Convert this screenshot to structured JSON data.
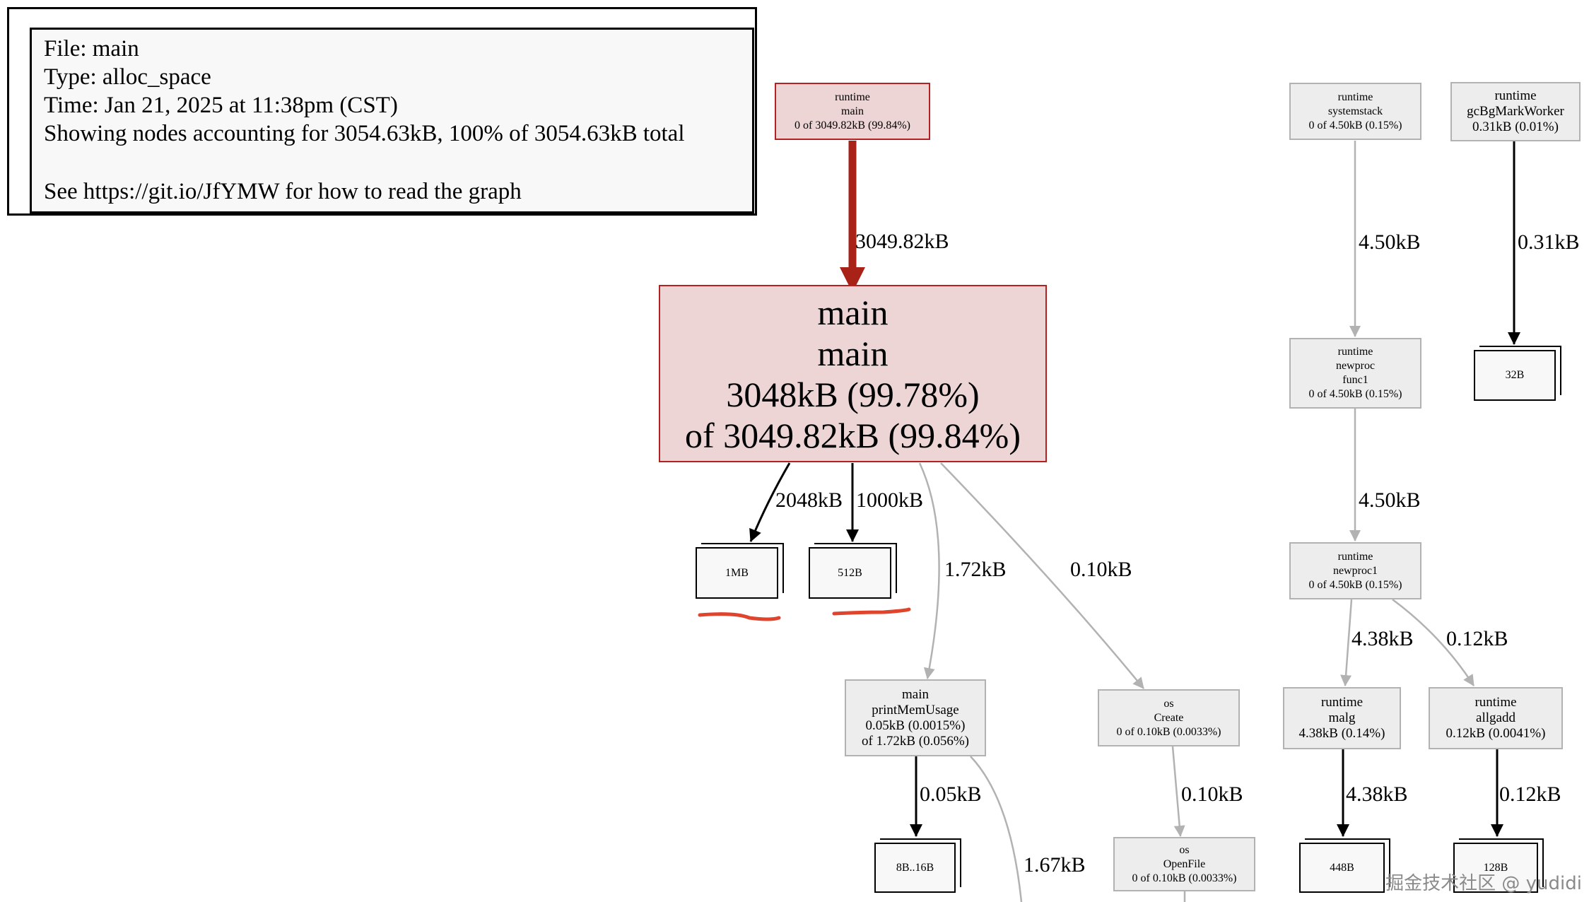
{
  "legend": {
    "file": "File: main",
    "type": "Type: alloc_space",
    "time": "Time: Jan 21, 2025 at 11:38pm (CST)",
    "showing": "Showing nodes accounting for 3054.63kB, 100% of 3054.63kB total",
    "help": "See https://git.io/JfYMW for how to read the graph"
  },
  "nodes": {
    "runtime_main": {
      "l1": "runtime",
      "l2": "main",
      "l3": "0 of 3049.82kB (99.84%)"
    },
    "main_main": {
      "l1": "main",
      "l2": "main",
      "l3": "3048kB (99.78%)",
      "l4": "of 3049.82kB (99.84%)"
    },
    "alloc_1mb": "1MB",
    "alloc_512b": "512B",
    "print_mem": {
      "l1": "main",
      "l2": "printMemUsage",
      "l3": "0.05kB (0.0015%)",
      "l4": "of 1.72kB (0.056%)"
    },
    "alloc_8b": "8B..16B",
    "os_create": {
      "l1": "os",
      "l2": "Create",
      "l3": "0 of 0.10kB (0.0033%)"
    },
    "os_openfile": {
      "l1": "os",
      "l2": "OpenFile",
      "l3": "0 of 0.10kB (0.0033%)"
    },
    "systemstack": {
      "l1": "runtime",
      "l2": "systemstack",
      "l3": "0 of 4.50kB (0.15%)"
    },
    "gcbg": {
      "l1": "runtime",
      "l2": "gcBgMarkWorker",
      "l3": "0.31kB (0.01%)"
    },
    "alloc_32b": "32B",
    "newproc_func1": {
      "l1": "runtime",
      "l2": "newproc",
      "l3": "func1",
      "l4": "0 of 4.50kB (0.15%)"
    },
    "newproc1": {
      "l1": "runtime",
      "l2": "newproc1",
      "l3": "0 of 4.50kB (0.15%)"
    },
    "malg": {
      "l1": "runtime",
      "l2": "malg",
      "l3": "4.38kB (0.14%)"
    },
    "allgadd": {
      "l1": "runtime",
      "l2": "allgadd",
      "l3": "0.12kB (0.0041%)"
    },
    "alloc_448b": "448B",
    "alloc_128b": "128B"
  },
  "edges": {
    "rt_to_main": "3049.82kB",
    "main_to_1mb": "2048kB",
    "main_to_512b": "1000kB",
    "main_to_print": "1.72kB",
    "main_to_create": "0.10kB",
    "print_to_8b": "0.05kB",
    "print_out": "1.67kB",
    "create_to_open": "0.10kB",
    "sys_to_newproc": "4.50kB",
    "gc_to_32b": "0.31kB",
    "newproc_to_newproc1": "4.50kB",
    "newproc1_to_malg": "4.38kB",
    "newproc1_to_allgadd": "0.12kB",
    "malg_to_448b": "4.38kB",
    "allgadd_to_128b": "0.12kB"
  },
  "colors": {
    "hot_edge": "#a82218",
    "hot_fill": "#edd5d5",
    "hot_border": "#b22222",
    "cold_fill": "#ededed",
    "cold_edge": "#b2b2b2",
    "annotation": "#e0442c"
  },
  "watermark": "掘金技术社区 @ yudidi"
}
